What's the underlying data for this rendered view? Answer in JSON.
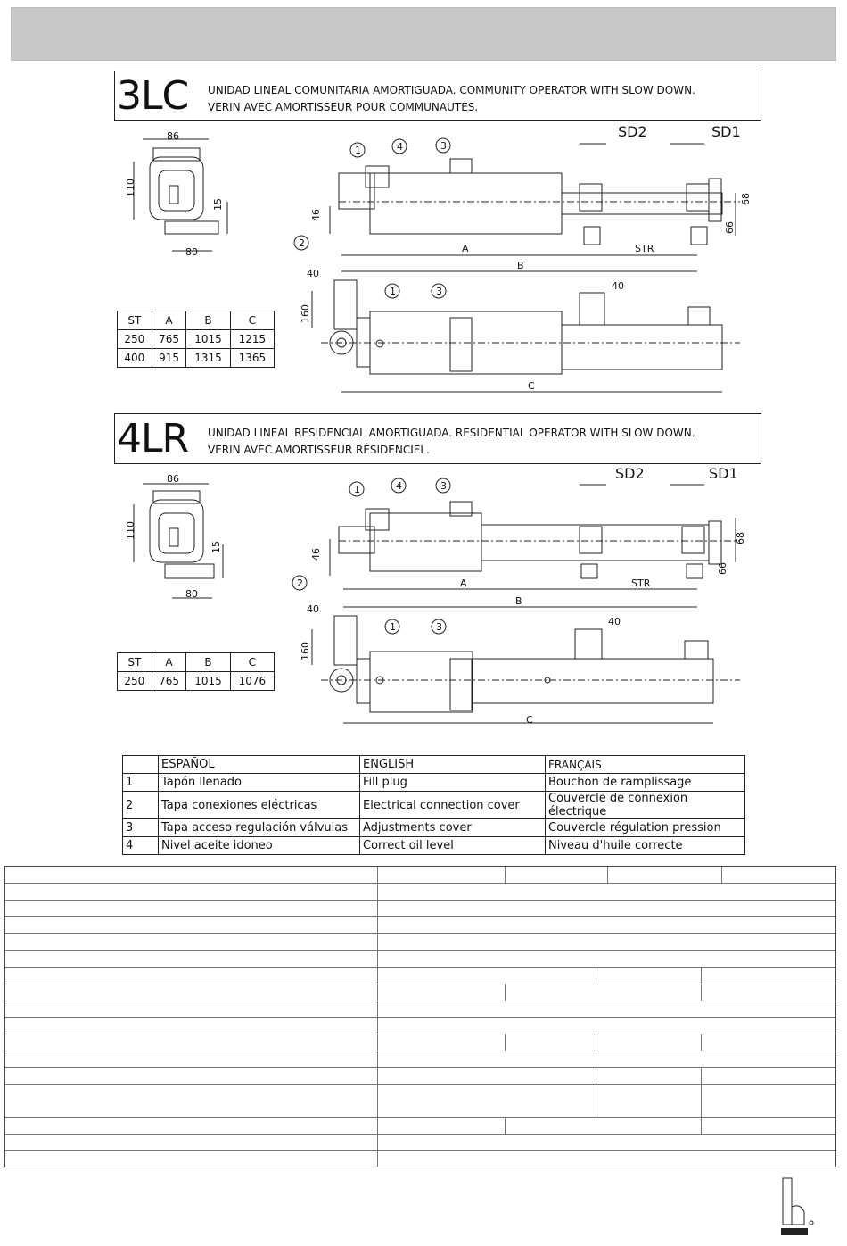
{
  "models": [
    {
      "code": "3LC",
      "desc_line1": "UNIDAD LINEAL COMUNITARIA AMORTIGUADA.  COMMUNITY OPERATOR WITH SLOW DOWN.",
      "desc_line2": "VERIN AVEC AMORTISSEUR POUR COMMUNAUTÉS.",
      "dims": {
        "width": "86",
        "height": "110",
        "offset": "15",
        "base": "80",
        "d46": "46",
        "d68": "68",
        "d66": "66",
        "d40a": "40",
        "d40b": "40",
        "d160": "160",
        "sd2": "SD2",
        "sd1": "SD1",
        "a": "A",
        "b": "B",
        "c": "C",
        "str": "STR",
        "n1": "1",
        "n2": "2",
        "n3": "3",
        "n4": "4"
      },
      "table": {
        "headers": [
          "ST",
          "A",
          "B",
          "C"
        ],
        "rows": [
          [
            "250",
            "765",
            "1015",
            "1215"
          ],
          [
            "400",
            "915",
            "1315",
            "1365"
          ]
        ]
      }
    },
    {
      "code": "4LR",
      "desc_line1": "UNIDAD LINEAL RESIDENCIAL AMORTIGUADA.  RESIDENTIAL OPERATOR WITH SLOW DOWN.",
      "desc_line2": "VERIN AVEC AMORTISSEUR RÉSIDENCIEL.",
      "dims": {
        "width": "86",
        "height": "110",
        "offset": "15",
        "base": "80",
        "d46": "46",
        "d68": "68",
        "d66": "66",
        "d40a": "40",
        "d40b": "40",
        "d160": "160",
        "sd2": "SD2",
        "sd1": "SD1",
        "a": "A",
        "b": "B",
        "c": "C",
        "str": "STR",
        "n1": "1",
        "n2": "2",
        "n3": "3",
        "n4": "4"
      },
      "table": {
        "headers": [
          "ST",
          "A",
          "B",
          "C"
        ],
        "rows": [
          [
            "250",
            "765",
            "1015",
            "1076"
          ]
        ]
      }
    }
  ],
  "legend": {
    "headers": [
      "",
      "ESPAÑOL",
      "ENGLISH",
      "FRANÇAIS"
    ],
    "rows": [
      [
        "1",
        "Tapón llenado",
        "Fill plug",
        "Bouchon de ramplissage"
      ],
      [
        "2",
        "Tapa conexiones eléctricas",
        "Electrical connection cover",
        "Couvercle de connexion électrique"
      ],
      [
        "3",
        "Tapa acceso regulación válvulas",
        "Adjustments cover",
        "Couvercle régulation pression"
      ],
      [
        "4",
        "Nivel aceite idoneo",
        "Correct oil level",
        "Niveau d'huile correcte"
      ]
    ]
  }
}
